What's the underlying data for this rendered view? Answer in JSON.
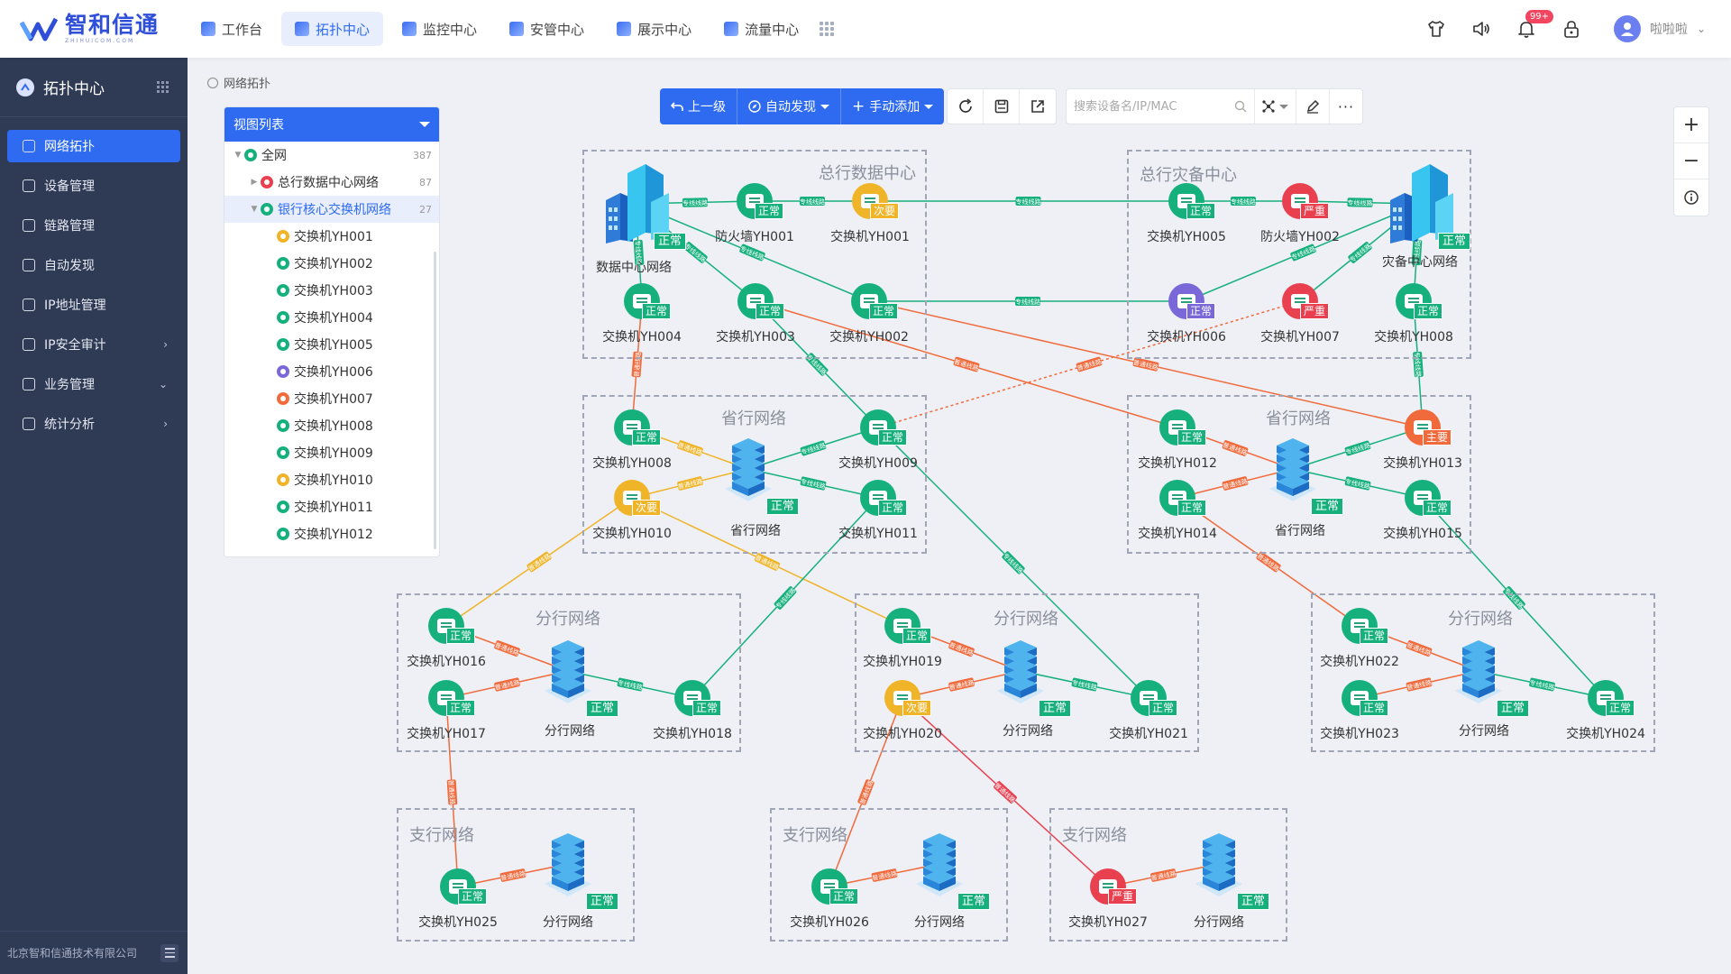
{
  "logo": {
    "cn": "智和信通",
    "en": "ZHIHUICOM.COM"
  },
  "topnav": [
    {
      "label": "工作台",
      "icon": "home-icon",
      "color": "#3a6df0",
      "active": false
    },
    {
      "label": "拓扑中心",
      "icon": "topology-icon",
      "color": "#3a6df0",
      "active": true
    },
    {
      "label": "监控中心",
      "icon": "monitor-icon",
      "color": "#3a6df0",
      "active": false
    },
    {
      "label": "安管中心",
      "icon": "shield-icon",
      "color": "#3a6df0",
      "active": false
    },
    {
      "label": "展示中心",
      "icon": "display-icon",
      "color": "#3a6df0",
      "active": false
    },
    {
      "label": "流量中心",
      "icon": "flow-icon",
      "color": "#3a6df0",
      "active": false
    }
  ],
  "header": {
    "notify_badge": "99+",
    "username": "啦啦啦"
  },
  "sidebar": {
    "title": "拓扑中心",
    "items": [
      {
        "label": "网络拓扑",
        "icon": "network-topology-icon",
        "active": true,
        "arrow": ""
      },
      {
        "label": "设备管理",
        "icon": "device-icon",
        "active": false,
        "arrow": ""
      },
      {
        "label": "链路管理",
        "icon": "link-icon",
        "active": false,
        "arrow": ""
      },
      {
        "label": "自动发现",
        "icon": "discover-icon",
        "active": false,
        "arrow": ""
      },
      {
        "label": "IP地址管理",
        "icon": "ip-icon",
        "active": false,
        "arrow": ""
      },
      {
        "label": "IP安全审计",
        "icon": "audit-icon",
        "active": false,
        "arrow": "›"
      },
      {
        "label": "业务管理",
        "icon": "business-icon",
        "active": false,
        "arrow": "⌄"
      },
      {
        "label": "统计分析",
        "icon": "stats-icon",
        "active": false,
        "arrow": "›"
      }
    ],
    "footer": "北京智和信通技术有限公司"
  },
  "breadcrumb": "网络拓扑",
  "viewlist": {
    "title": "视图列表",
    "rows": [
      {
        "label": "全网",
        "count": "387",
        "level": 0,
        "toggle": "▼",
        "color": "#16b07d",
        "selected": false
      },
      {
        "label": "总行数据中心网络",
        "count": "87",
        "level": 1,
        "toggle": "▶",
        "color": "#e8404f",
        "selected": false
      },
      {
        "label": "银行核心交换机网络",
        "count": "27",
        "level": 1,
        "toggle": "▼",
        "color": "#16b07d",
        "selected": true
      },
      {
        "label": "交换机YH001",
        "count": "",
        "level": 2,
        "toggle": "",
        "color": "#f0b429",
        "selected": false
      },
      {
        "label": "交换机YH002",
        "count": "",
        "level": 2,
        "toggle": "",
        "color": "#16b07d",
        "selected": false
      },
      {
        "label": "交换机YH003",
        "count": "",
        "level": 2,
        "toggle": "",
        "color": "#16b07d",
        "selected": false
      },
      {
        "label": "交换机YH004",
        "count": "",
        "level": 2,
        "toggle": "",
        "color": "#16b07d",
        "selected": false
      },
      {
        "label": "交换机YH005",
        "count": "",
        "level": 2,
        "toggle": "",
        "color": "#16b07d",
        "selected": false
      },
      {
        "label": "交换机YH006",
        "count": "",
        "level": 2,
        "toggle": "",
        "color": "#7b68d8",
        "selected": false
      },
      {
        "label": "交换机YH007",
        "count": "",
        "level": 2,
        "toggle": "",
        "color": "#f06a3c",
        "selected": false
      },
      {
        "label": "交换机YH008",
        "count": "",
        "level": 2,
        "toggle": "",
        "color": "#16b07d",
        "selected": false
      },
      {
        "label": "交换机YH009",
        "count": "",
        "level": 2,
        "toggle": "",
        "color": "#16b07d",
        "selected": false
      },
      {
        "label": "交换机YH010",
        "count": "",
        "level": 2,
        "toggle": "",
        "color": "#f0b429",
        "selected": false
      },
      {
        "label": "交换机YH011",
        "count": "",
        "level": 2,
        "toggle": "",
        "color": "#16b07d",
        "selected": false
      },
      {
        "label": "交换机YH012",
        "count": "",
        "level": 2,
        "toggle": "",
        "color": "#16b07d",
        "selected": false
      }
    ]
  },
  "toolbar": {
    "up_label": "上一级",
    "discover_label": "自动发现",
    "add_label": "手动添加",
    "search_placeholder": "搜索设备名/IP/MAC"
  },
  "colors": {
    "normal": "#16b07d",
    "minor": "#f0b429",
    "severe": "#e8404f",
    "major": "#f06a3c",
    "purple": "#7b68d8",
    "accent": "#2f6bf0"
  },
  "groups": [
    {
      "title": "总行数据中心"
    },
    {
      "title": "总行灾备中心"
    },
    {
      "title": "省行网络"
    },
    {
      "title": "省行网络"
    },
    {
      "title": "分行网络"
    },
    {
      "title": "分行网络"
    },
    {
      "title": "分行网络"
    },
    {
      "title": "支行网络"
    },
    {
      "title": "支行网络"
    },
    {
      "title": "支行网络"
    }
  ],
  "buildings": [
    {
      "label": "数据中心网络",
      "status": "正常"
    },
    {
      "label": "灾备中心网络",
      "status": "正常"
    },
    {
      "label": "省行网络",
      "status": "正常"
    },
    {
      "label": "省行网络",
      "status": "正常"
    },
    {
      "label": "分行网络",
      "status": "正常"
    },
    {
      "label": "分行网络",
      "status": "正常"
    },
    {
      "label": "分行网络",
      "status": "正常"
    },
    {
      "label": "分行网络",
      "status": "正常"
    },
    {
      "label": "分行网络",
      "status": "正常"
    },
    {
      "label": "分行网络",
      "status": "正常"
    }
  ],
  "nodes": [
    {
      "label": "防火墙YH001",
      "status": "正常",
      "level": "normal"
    },
    {
      "label": "交换机YH001",
      "status": "次要",
      "level": "minor"
    },
    {
      "label": "交换机YH004",
      "status": "正常",
      "level": "normal"
    },
    {
      "label": "交换机YH003",
      "status": "正常",
      "level": "normal"
    },
    {
      "label": "交换机YH002",
      "status": "正常",
      "level": "normal"
    },
    {
      "label": "交换机YH005",
      "status": "正常",
      "level": "normal"
    },
    {
      "label": "防火墙YH002",
      "status": "严重",
      "level": "severe"
    },
    {
      "label": "交换机YH006",
      "status": "正常",
      "level": "purple"
    },
    {
      "label": "交换机YH007",
      "status": "严重",
      "level": "severe"
    },
    {
      "label": "交换机YH008",
      "status": "正常",
      "level": "normal"
    },
    {
      "label": "交换机YH008",
      "status": "正常",
      "level": "normal"
    },
    {
      "label": "交换机YH009",
      "status": "正常",
      "level": "normal"
    },
    {
      "label": "交换机YH010",
      "status": "次要",
      "level": "minor"
    },
    {
      "label": "交换机YH011",
      "status": "正常",
      "level": "normal"
    },
    {
      "label": "交换机YH012",
      "status": "正常",
      "level": "normal"
    },
    {
      "label": "交换机YH013",
      "status": "主要",
      "level": "major"
    },
    {
      "label": "交换机YH014",
      "status": "正常",
      "level": "normal"
    },
    {
      "label": "交换机YH015",
      "status": "正常",
      "level": "normal"
    },
    {
      "label": "交换机YH016",
      "status": "正常",
      "level": "normal"
    },
    {
      "label": "交换机YH017",
      "status": "正常",
      "level": "normal"
    },
    {
      "label": "交换机YH018",
      "status": "正常",
      "level": "normal"
    },
    {
      "label": "交换机YH019",
      "status": "正常",
      "level": "normal"
    },
    {
      "label": "交换机YH020",
      "status": "次要",
      "level": "minor"
    },
    {
      "label": "交换机YH021",
      "status": "正常",
      "level": "normal"
    },
    {
      "label": "交换机YH022",
      "status": "正常",
      "level": "normal"
    },
    {
      "label": "交换机YH023",
      "status": "正常",
      "level": "normal"
    },
    {
      "label": "交换机YH024",
      "status": "正常",
      "level": "normal"
    },
    {
      "label": "交换机YH025",
      "status": "正常",
      "level": "normal"
    },
    {
      "label": "交换机YH026",
      "status": "正常",
      "level": "normal"
    },
    {
      "label": "交换机YH027",
      "status": "严重",
      "level": "severe"
    }
  ],
  "edges": [
    {
      "from": "n0",
      "to": "b0",
      "level": "normal",
      "label": "专线线路"
    },
    {
      "from": "n0",
      "to": "n1",
      "level": "normal",
      "label": "专线线路"
    },
    {
      "from": "n1",
      "to": "n5",
      "level": "normal",
      "label": "专线线路"
    },
    {
      "from": "n5",
      "to": "n6",
      "level": "normal",
      "label": "专线线路"
    },
    {
      "from": "n6",
      "to": "b1",
      "level": "normal",
      "label": "专线线路"
    },
    {
      "from": "b0",
      "to": "n2",
      "level": "normal",
      "label": "专线线路"
    },
    {
      "from": "b0",
      "to": "n3",
      "level": "normal",
      "label": "专线线路"
    },
    {
      "from": "b0",
      "to": "n4",
      "level": "normal",
      "label": "专线线路"
    },
    {
      "from": "n4",
      "to": "n7",
      "level": "normal",
      "label": "专线线路"
    },
    {
      "from": "n7",
      "to": "b1",
      "level": "normal",
      "label": "专线线路"
    },
    {
      "from": "n8",
      "to": "b1",
      "level": "normal",
      "label": "专线线路"
    },
    {
      "from": "b1",
      "to": "n9",
      "level": "normal",
      "label": "专线线路"
    },
    {
      "from": "n9",
      "to": "n15",
      "level": "normal",
      "label": "专线线路"
    },
    {
      "from": "n2",
      "to": "n10",
      "level": "major",
      "label": "普通线路"
    },
    {
      "from": "n3",
      "to": "n11",
      "level": "normal",
      "label": "专线线路"
    },
    {
      "from": "n3",
      "to": "n14",
      "level": "major",
      "label": "普通线路"
    },
    {
      "from": "n4",
      "to": "n15",
      "level": "major",
      "label": "普通线路"
    },
    {
      "from": "n11",
      "to": "n8",
      "level": "major",
      "label": "普通线路",
      "dash": true
    },
    {
      "from": "b2",
      "to": "n10",
      "level": "minor",
      "label": "普通线路"
    },
    {
      "from": "b2",
      "to": "n11",
      "level": "normal",
      "label": "专线线路"
    },
    {
      "from": "b2",
      "to": "n12",
      "level": "minor",
      "label": "普通线路"
    },
    {
      "from": "b2",
      "to": "n13",
      "level": "normal",
      "label": "专线线路"
    },
    {
      "from": "b3",
      "to": "n14",
      "level": "major",
      "label": "普通线路"
    },
    {
      "from": "b3",
      "to": "n15",
      "level": "normal",
      "label": "专线线路"
    },
    {
      "from": "b3",
      "to": "n16",
      "level": "major",
      "label": "普通线路"
    },
    {
      "from": "b3",
      "to": "n17",
      "level": "normal",
      "label": "专线线路"
    },
    {
      "from": "n12",
      "to": "n18",
      "level": "minor",
      "label": "普通线路"
    },
    {
      "from": "n12",
      "to": "n21",
      "level": "minor",
      "label": "普通线路"
    },
    {
      "from": "n13",
      "to": "n20",
      "level": "normal",
      "label": "专线线路"
    },
    {
      "from": "n11",
      "to": "n23",
      "level": "normal",
      "label": "专线线路"
    },
    {
      "from": "n16",
      "to": "n24",
      "level": "major",
      "label": "普通线路"
    },
    {
      "from": "n17",
      "to": "n26",
      "level": "normal",
      "label": "专线线路"
    },
    {
      "from": "b4",
      "to": "n18",
      "level": "major",
      "label": "普通线路"
    },
    {
      "from": "b4",
      "to": "n19",
      "level": "major",
      "label": "普通线路"
    },
    {
      "from": "b4",
      "to": "n20",
      "level": "normal",
      "label": "专线线路"
    },
    {
      "from": "b5",
      "to": "n21",
      "level": "major",
      "label": "普通线路"
    },
    {
      "from": "b5",
      "to": "n22",
      "level": "major",
      "label": "普通线路"
    },
    {
      "from": "b5",
      "to": "n23",
      "level": "normal",
      "label": "专线线路"
    },
    {
      "from": "b6",
      "to": "n24",
      "level": "major",
      "label": "普通线路"
    },
    {
      "from": "b6",
      "to": "n25",
      "level": "major",
      "label": "普通线路"
    },
    {
      "from": "b6",
      "to": "n26",
      "level": "normal",
      "label": "专线线路"
    },
    {
      "from": "n19",
      "to": "n27",
      "level": "major",
      "label": "普通线路"
    },
    {
      "from": "n22",
      "to": "n28",
      "level": "major",
      "label": "普通线路"
    },
    {
      "from": "n22",
      "to": "n29",
      "level": "severe",
      "label": "普通线路"
    },
    {
      "from": "b7",
      "to": "n27",
      "level": "major",
      "label": "普通线路"
    },
    {
      "from": "b8",
      "to": "n28",
      "level": "major",
      "label": "普通线路"
    },
    {
      "from": "b9",
      "to": "n29",
      "level": "major",
      "label": "普通线路"
    }
  ]
}
